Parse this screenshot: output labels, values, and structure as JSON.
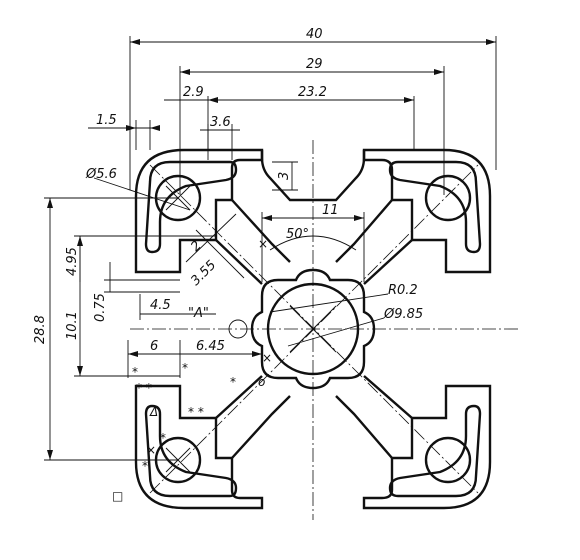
{
  "drawing": {
    "dims": {
      "overall_width": "40",
      "slot_pitch": "29",
      "slot_pitch_inner": "23.2",
      "slot_inset": "2.9",
      "wall_thickness": "1.5",
      "lip_width": "3.6",
      "lip_depth": "3",
      "core_width": "11",
      "core_angle": "50°",
      "diag_web": "2",
      "diag_gap": "3.55",
      "slot_depth": "4.95",
      "lip_height": "0.75",
      "slot_base": "4.5",
      "detail_ref": "\"A\"",
      "slot_half_depth": "6",
      "slot_half_width": "6.45",
      "slot_height": "10.1",
      "overall_height": "28.8",
      "fillet": "R0.2",
      "corner_hole": "Ø5.6",
      "core_hole": "Ø9.85"
    },
    "marks": {
      "star": "*",
      "double_star": "* *",
      "cross": "×",
      "triangle": "Δ",
      "circle": "o",
      "square": "□"
    }
  }
}
